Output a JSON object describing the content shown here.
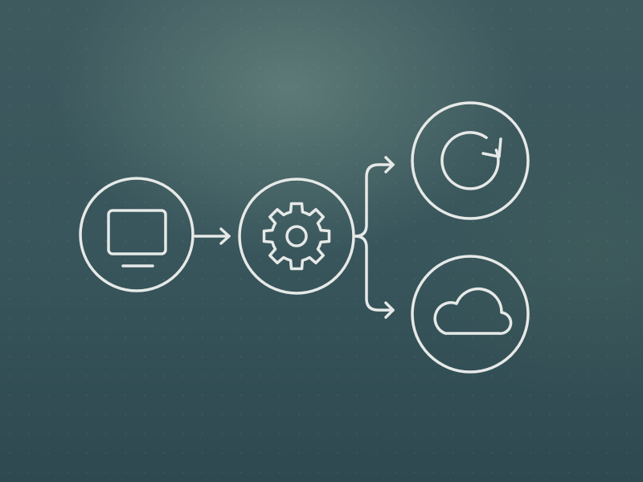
{
  "diagram": {
    "stroke_color": "#e6e9e7",
    "background_color": "#3c575c",
    "nodes": [
      {
        "id": "computer",
        "icon": "monitor-icon"
      },
      {
        "id": "processing",
        "icon": "gear-icon"
      },
      {
        "id": "sync",
        "icon": "refresh-icon"
      },
      {
        "id": "cloud",
        "icon": "cloud-icon"
      }
    ],
    "connectors": [
      {
        "from": "computer",
        "to": "processing"
      },
      {
        "from": "processing",
        "to": "sync"
      },
      {
        "from": "processing",
        "to": "cloud"
      }
    ]
  }
}
